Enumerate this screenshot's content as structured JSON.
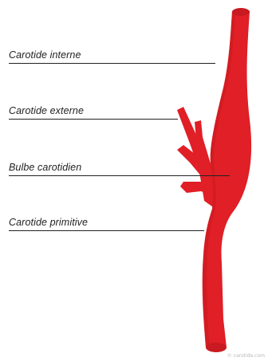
{
  "diagram": {
    "vessel_color": "#e01f26",
    "vessel_shade": "#b5151b",
    "line_color": "#222222",
    "labels": [
      {
        "id": "carotide-interne",
        "text": "Carotide interne"
      },
      {
        "id": "carotide-externe",
        "text": "Carotide externe"
      },
      {
        "id": "bulbe-carotidien",
        "text": "Bulbe carotidien"
      },
      {
        "id": "carotide-primitive",
        "text": "Carotide primitive"
      }
    ]
  },
  "watermark": "© carotide.com"
}
